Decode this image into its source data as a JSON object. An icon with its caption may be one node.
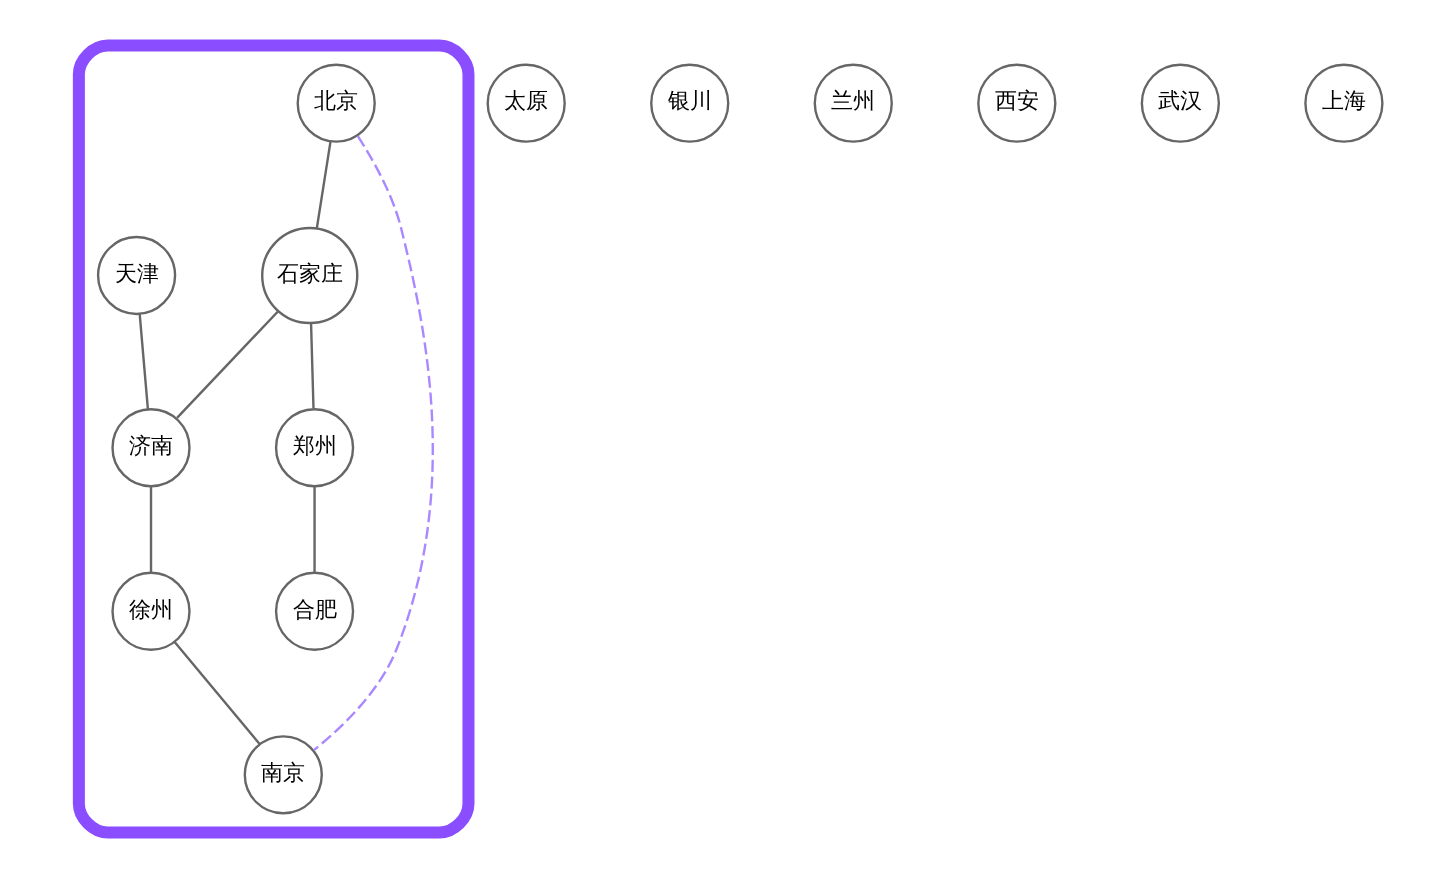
{
  "diagram": {
    "nodes": [
      {
        "text": [],
        "shape": "loop"
      },
      {
        "text": [
          "太原"
        ]
      },
      {
        "text": [
          "北京"
        ],
        "in": 0
      },
      {
        "text": [
          "天津"
        ],
        "in": 0
      },
      {
        "text": [
          "石家庄"
        ],
        "in": 0
      },
      {
        "text": [
          "银川"
        ]
      },
      {
        "text": [
          "兰州"
        ]
      },
      {
        "text": [
          "济南"
        ],
        "in": 0
      },
      {
        "text": [
          "西安"
        ]
      },
      {
        "text": [
          "郑州"
        ],
        "in": 0
      },
      {
        "text": [
          "徐州"
        ],
        "in": 0
      },
      {
        "text": [
          "合肥"
        ],
        "in": 0
      },
      {
        "text": [
          "南京"
        ],
        "in": 0
      },
      {
        "text": [
          "武汉"
        ]
      },
      {
        "text": [
          "上海"
        ]
      }
    ],
    "edges": [
      {
        "from": 2,
        "to": 4,
        "arrow": "none"
      },
      {
        "from": 4,
        "to": 7,
        "arrow": "none"
      },
      {
        "from": 3,
        "to": 7,
        "arrow": "none"
      },
      {
        "from": 7,
        "to": 10,
        "arrow": "none"
      },
      {
        "from": 10,
        "to": 12,
        "arrow": "none"
      },
      {
        "from": 4,
        "to": 9,
        "arrow": "none"
      },
      {
        "from": 9,
        "to": 11,
        "arrow": "none"
      },
      {
        "from": 2,
        "to": 12,
        "arrow": "none",
        "style": "dashed",
        "color": "#aa88ff"
      }
    ]
  }
}
